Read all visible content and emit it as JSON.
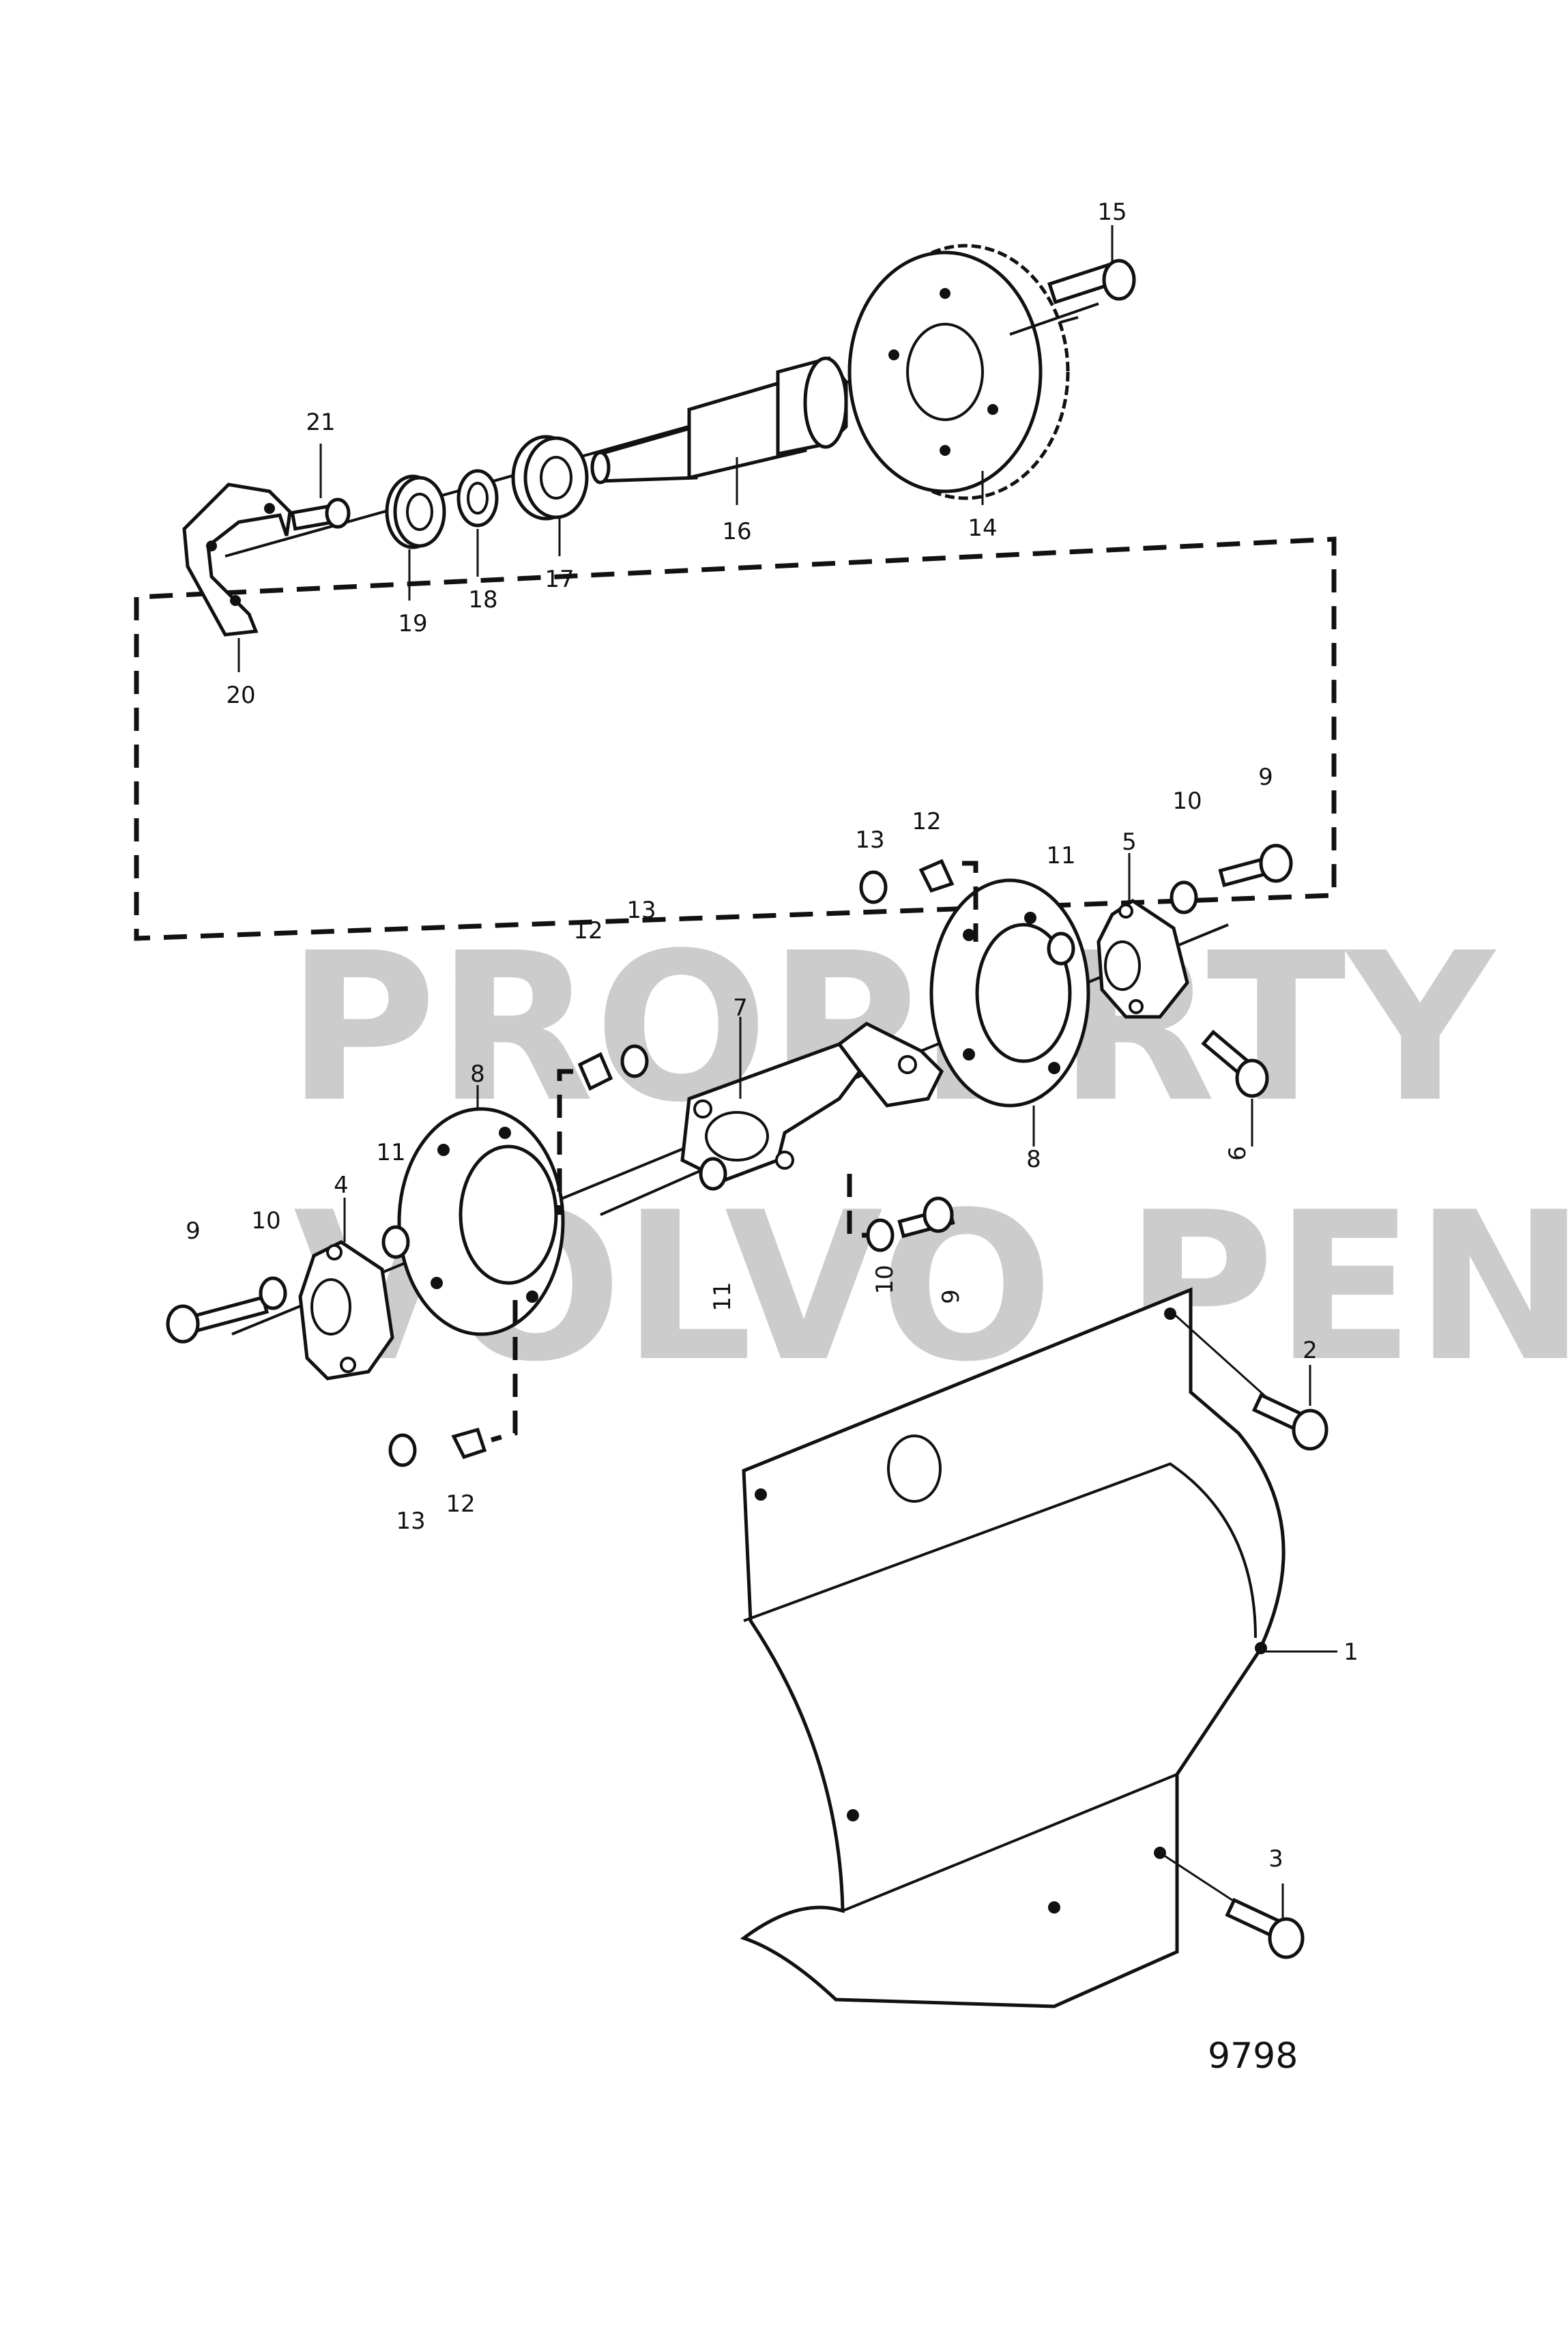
{
  "watermark": {
    "line1": "PROPERTY OF",
    "line2": "VOLVO PENTA"
  },
  "figure_number": "9798",
  "callouts": {
    "c1": "1",
    "c2": "2",
    "c3": "3",
    "c4": "4",
    "c5": "5",
    "c6": "6",
    "c7": "7",
    "c8a": "8",
    "c8b": "8",
    "c9a": "9",
    "c9b": "9",
    "c9c": "9",
    "c10a": "10",
    "c10b": "10",
    "c10c": "10",
    "c11a": "11",
    "c11b": "11",
    "c11c": "11",
    "c12a": "12",
    "c12b": "12",
    "c12c": "12",
    "c13a": "13",
    "c13b": "13",
    "c13c": "13",
    "c14": "14",
    "c15": "15",
    "c16": "16",
    "c17": "17",
    "c18": "18",
    "c19": "19",
    "c20": "20",
    "c21": "21"
  }
}
